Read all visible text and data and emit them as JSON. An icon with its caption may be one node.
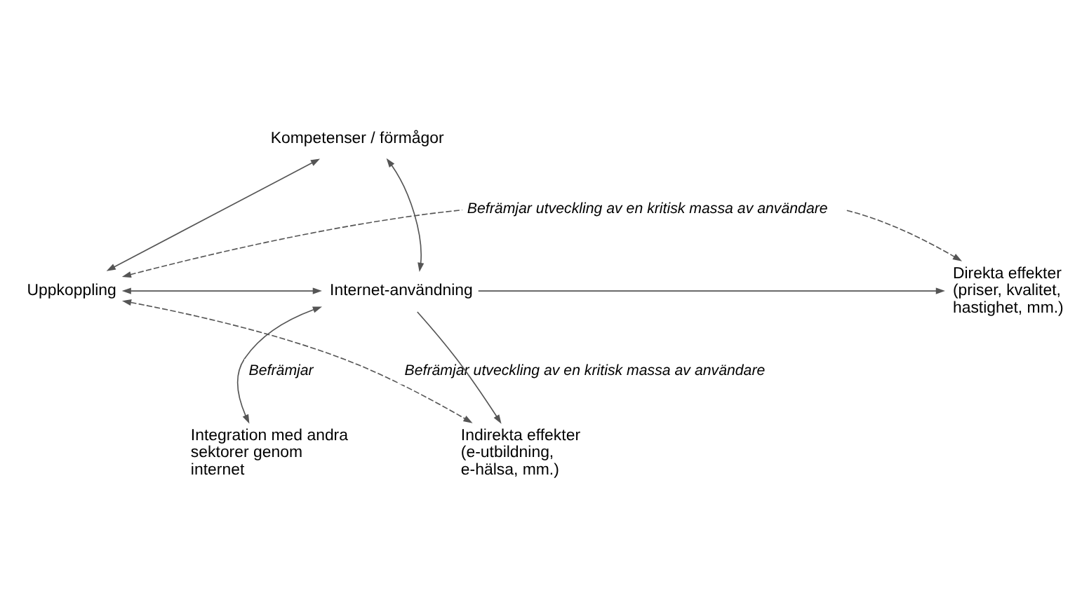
{
  "diagram": {
    "nodes": [
      {
        "text": [
          "Kompetenser / förmågor"
        ]
      },
      {
        "text": [
          "Uppkoppling"
        ]
      },
      {
        "text": [
          "Internet-användning"
        ]
      },
      {
        "text": [
          "Direkta effekter (priser, kvalitet, hastighet, mm.)"
        ]
      },
      {
        "text": [
          "Integration med andra sektorer genom internet"
        ]
      },
      {
        "text": [
          "Indirekta effekter (e-utbildning, e-hälsa, mm.)"
        ]
      }
    ],
    "edges": [
      {
        "from": 1,
        "to": 0,
        "arrow": "both"
      },
      {
        "from": 2,
        "to": 0,
        "arrow": "both"
      },
      {
        "from": 1,
        "to": 2,
        "arrow": "both"
      },
      {
        "from": 2,
        "to": 3,
        "arrow": "to"
      },
      {
        "from": 2,
        "to": 4,
        "arrow": "both",
        "label": "Befrämjar"
      },
      {
        "from": 2,
        "to": 5,
        "arrow": "to"
      },
      {
        "from": 1,
        "to": 3,
        "arrow": "both",
        "style": "dashed",
        "label": "Befrämjar utveckling av en kritisk massa av användare"
      },
      {
        "from": 1,
        "to": 5,
        "arrow": "both",
        "style": "dashed",
        "label": "Befrämjar utveckling av en kritisk massa av användare"
      }
    ]
  }
}
